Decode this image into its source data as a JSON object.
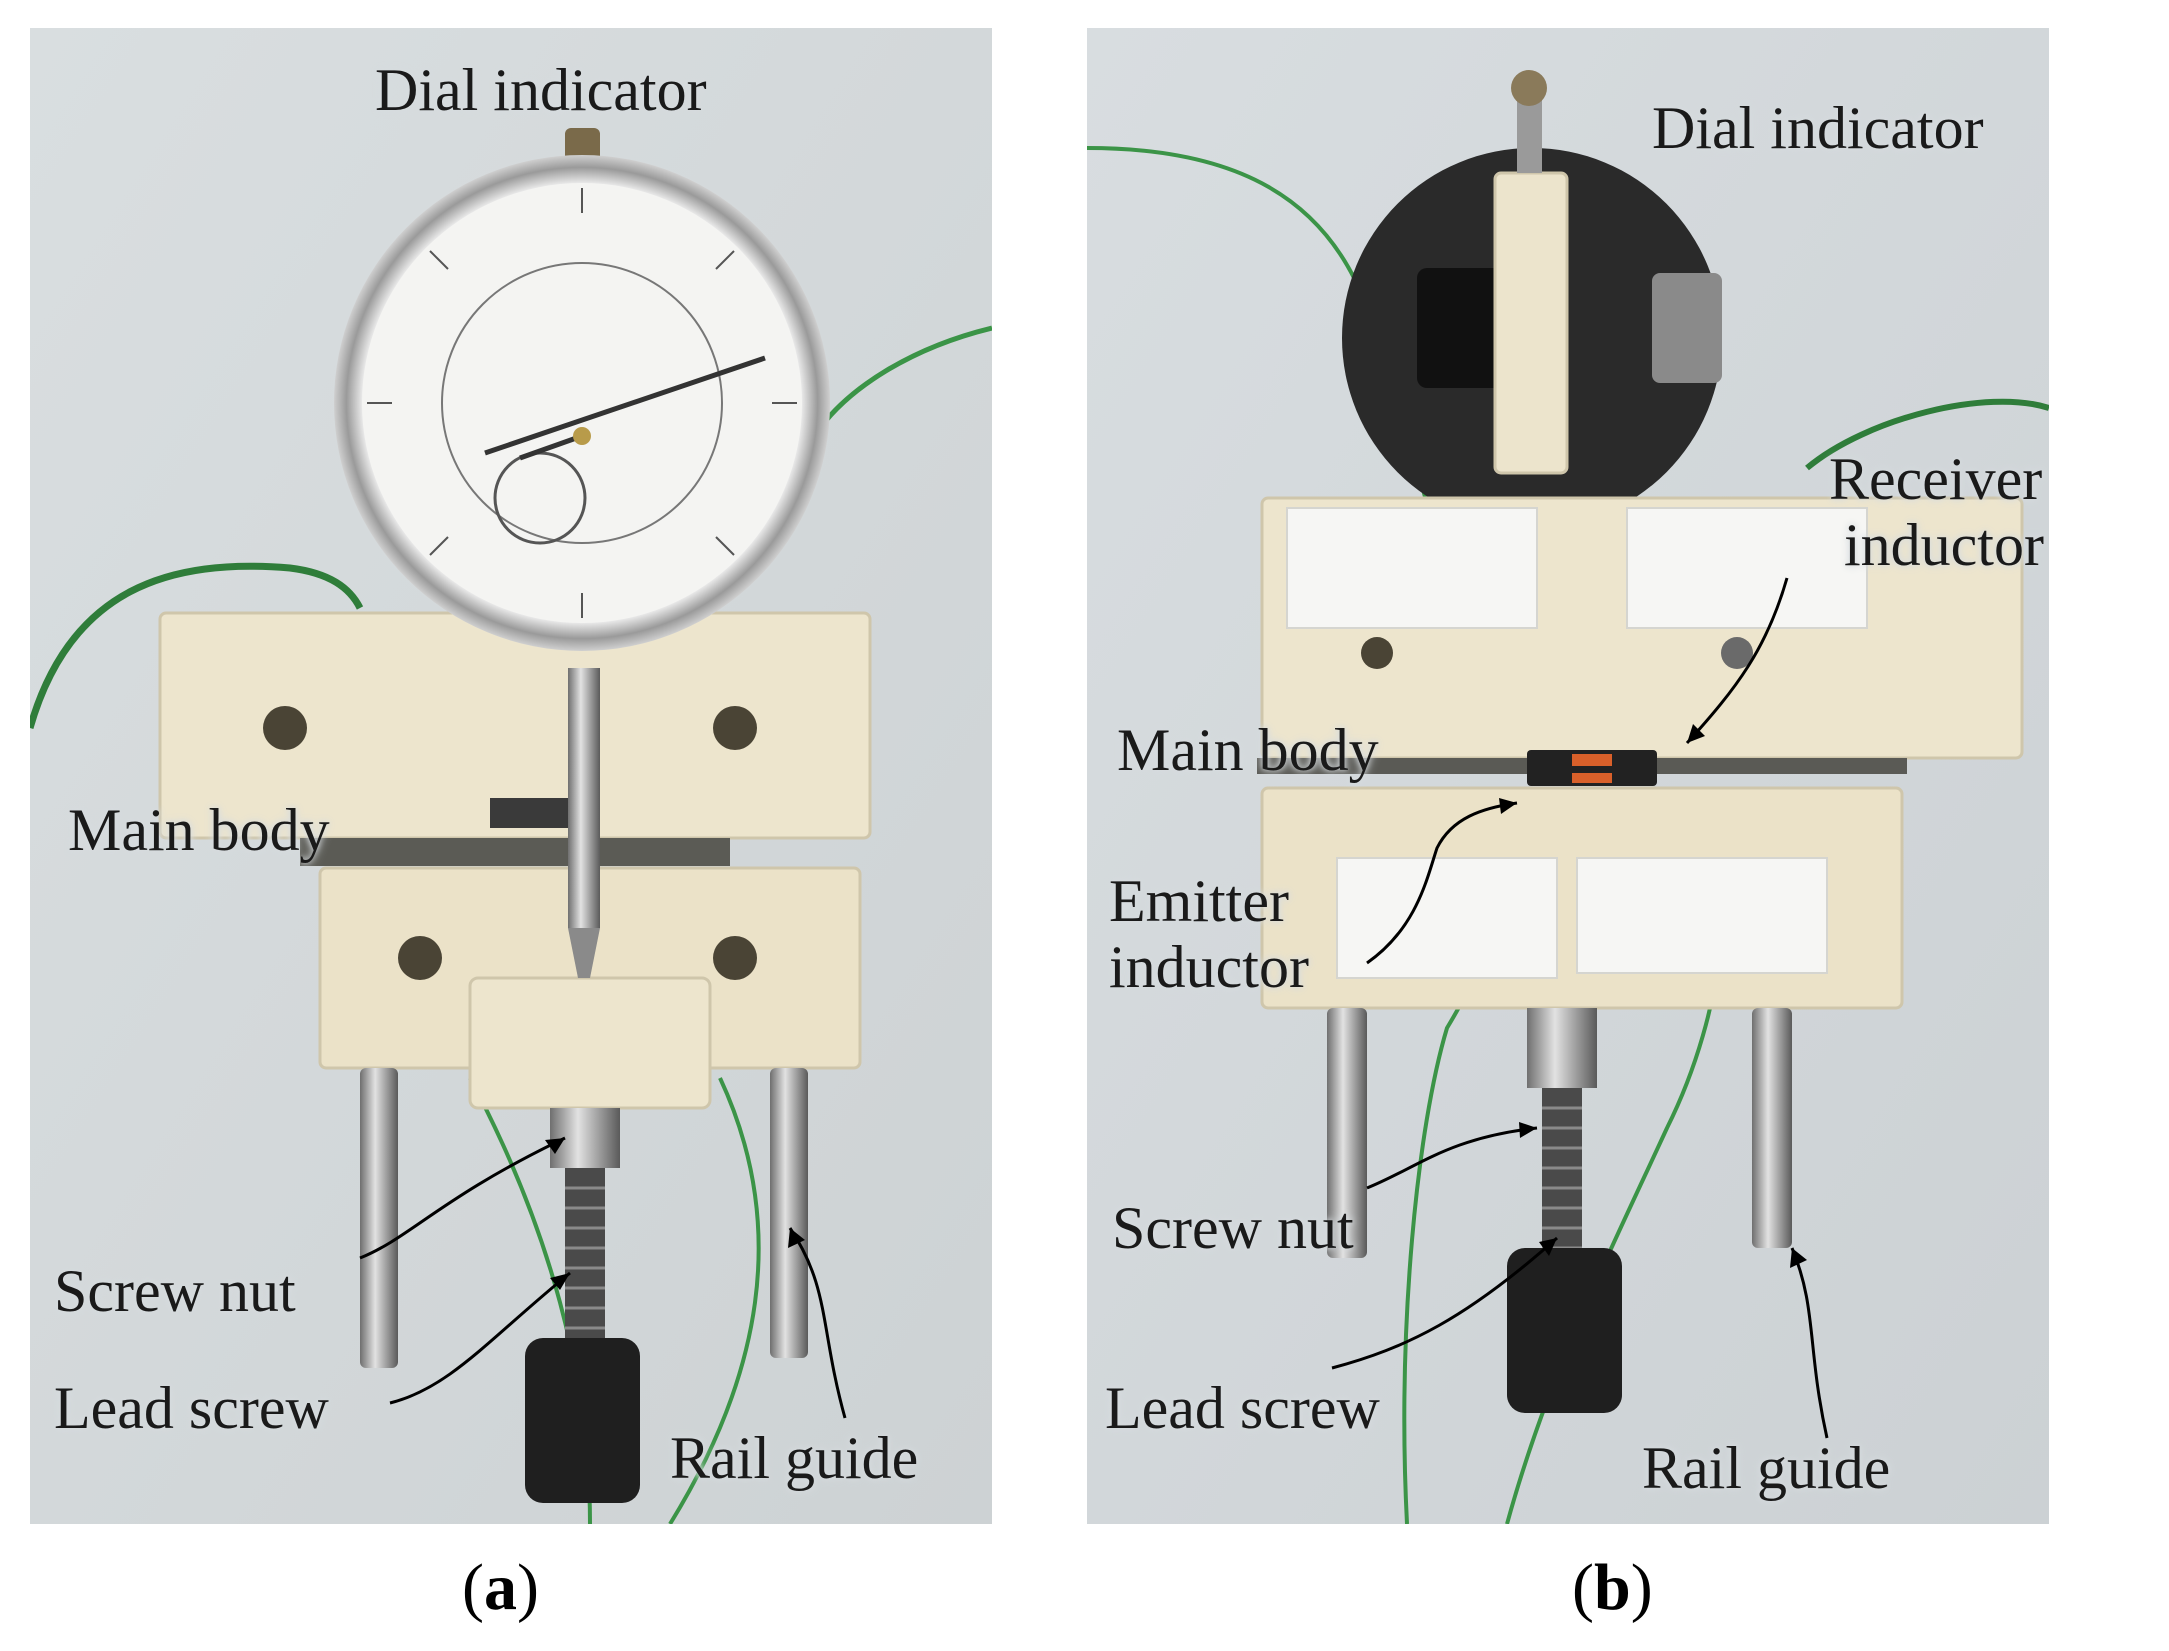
{
  "panel_a": {
    "labels": {
      "dial": "Dial indicator",
      "main_body": "Main body",
      "screw_nut": "Screw nut",
      "lead_screw": "Lead screw",
      "rail_guide": "Rail guide"
    },
    "caption_letter": "a"
  },
  "panel_b": {
    "labels": {
      "dial": "Dial indicator",
      "receiver": "Receiver\n inductor",
      "main_body": "Main body",
      "emitter": "Emitter\ninductor",
      "screw_nut": "Screw nut",
      "lead_screw": "Lead screw",
      "rail_guide": "Rail guide"
    },
    "caption_letter": "b"
  },
  "caption": {
    "open": "(",
    "close": ")"
  },
  "colors": {
    "background": "#d7dcdf",
    "plastic": "#ece4cc",
    "wire": "#2f8a3a",
    "dial_face": "#f4f4f2",
    "metal": "#a9a9a9"
  }
}
